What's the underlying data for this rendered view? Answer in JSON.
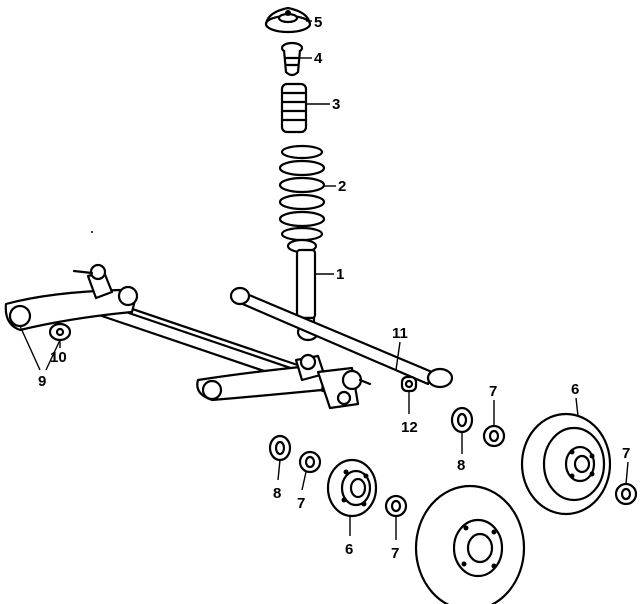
{
  "callouts": {
    "c1": "1",
    "c2": "2",
    "c3": "3",
    "c4": "4",
    "c5": "5",
    "c6a": "6",
    "c6b": "6",
    "c7a": "7",
    "c7b": "7",
    "c7c": "7",
    "c7d": "7",
    "c8a": "8",
    "c8b": "8",
    "c9": "9",
    "c10": "10",
    "c11": "11",
    "c12": "12"
  },
  "colors": {
    "ink": "#000000",
    "background": "#ffffff"
  }
}
